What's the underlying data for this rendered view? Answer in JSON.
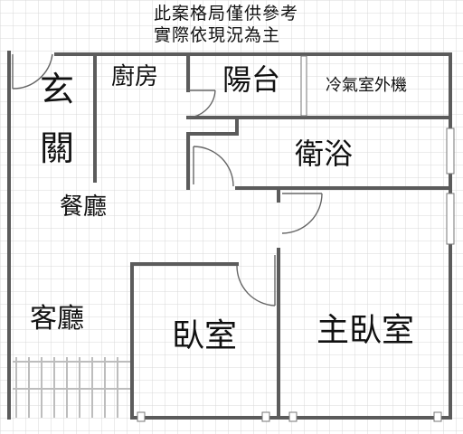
{
  "notice": {
    "line1": "此案格局僅供參考",
    "line2": "實際依現況為主"
  },
  "rooms": {
    "entrance_char1": "玄",
    "entrance_char2": "關",
    "kitchen": "廚房",
    "balcony": "陽台",
    "ac_unit": "冷氣室外機",
    "bathroom": "衛浴",
    "dining": "餐廳",
    "living": "客廳",
    "bedroom": "臥室",
    "master_bedroom": "主臥室"
  },
  "colors": {
    "wall": "#5b5b5b",
    "grid": "#d8d8d8",
    "text": "#111111"
  }
}
